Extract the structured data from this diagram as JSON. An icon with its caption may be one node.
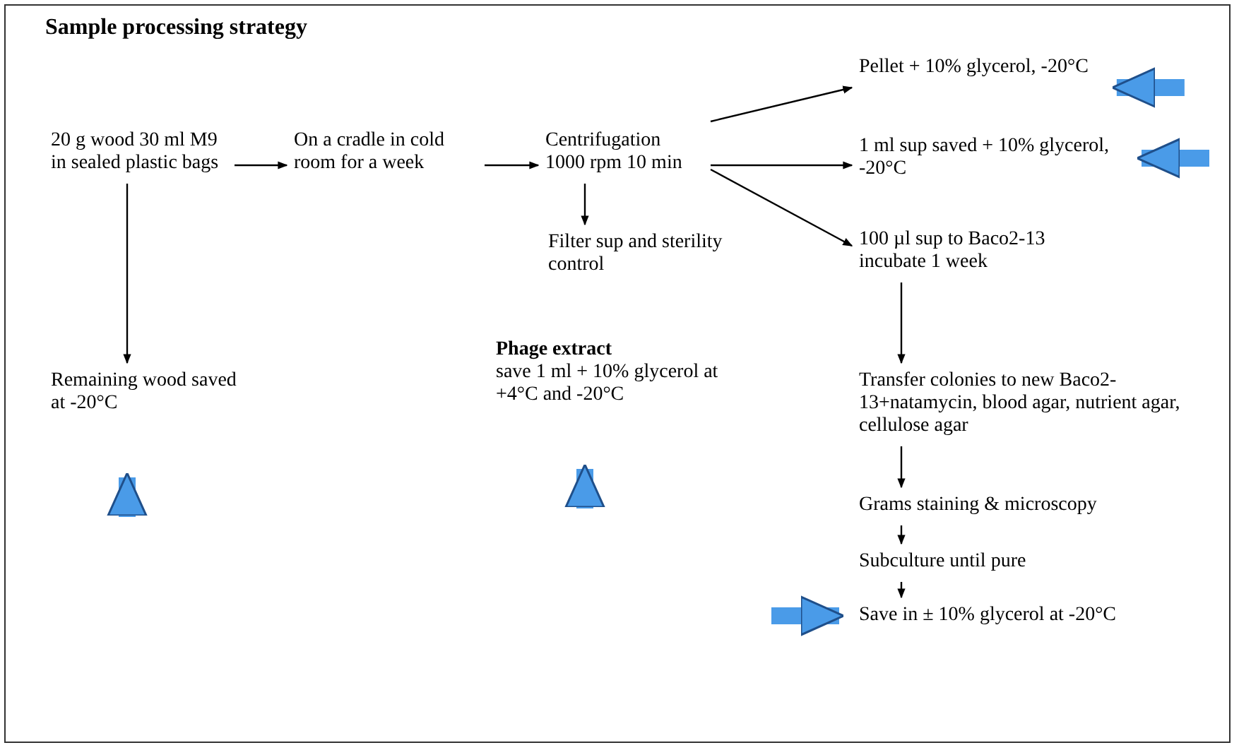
{
  "diagram": {
    "title": "Sample processing strategy",
    "nodes": [
      {
        "text": [
          "20 g wood 30 ml M9 in sealed plastic bags"
        ]
      },
      {
        "text": [
          "On a cradle in cold room for a week"
        ]
      },
      {
        "text": [
          "Centrifugation 1000 rpm 10 min"
        ]
      },
      {
        "text": [
          "Filter sup and sterility control"
        ]
      },
      {
        "text": [
          "Remaining wood saved at -20°C"
        ]
      },
      {
        "text": [
          "Phage extract",
          "save 1 ml + 10% glycerol at +4°C and -20°C"
        ]
      },
      {
        "text": [
          "Pellet + 10% glycerol, -20°C"
        ]
      },
      {
        "text": [
          "1 ml sup saved + 10% glycerol, -20°C"
        ]
      },
      {
        "text": [
          "100 µl sup to Baco2-13 incubate 1 week"
        ]
      },
      {
        "text": [
          "Transfer colonies to new Baco2-13+natamycin, blood agar, nutrient agar, cellulose agar"
        ]
      },
      {
        "text": [
          "Grams staining & microscopy"
        ]
      },
      {
        "text": [
          "Subculture until pure"
        ]
      },
      {
        "text": [
          "Save in ± 10% glycerol at -20°C"
        ]
      }
    ],
    "edges": [
      {
        "from": 0,
        "to": 1,
        "arrow": "to"
      },
      {
        "from": 1,
        "to": 2,
        "arrow": "to"
      },
      {
        "from": 2,
        "to": 3,
        "arrow": "to"
      },
      {
        "from": 0,
        "to": 4,
        "arrow": "to"
      },
      {
        "from": 2,
        "to": 6,
        "arrow": "to"
      },
      {
        "from": 2,
        "to": 7,
        "arrow": "to"
      },
      {
        "from": 2,
        "to": 8,
        "arrow": "to"
      },
      {
        "from": 8,
        "to": 9,
        "arrow": "to"
      },
      {
        "from": 9,
        "to": 10,
        "arrow": "to"
      },
      {
        "from": 10,
        "to": 11,
        "arrow": "to"
      },
      {
        "from": 11,
        "to": 12,
        "arrow": "to"
      },
      {
        "from": null,
        "to": 6,
        "arrow": "to",
        "style": "thick",
        "color": "#4a9be8"
      },
      {
        "from": null,
        "to": 7,
        "arrow": "to",
        "style": "thick",
        "color": "#4a9be8"
      },
      {
        "from": null,
        "to": 4,
        "arrow": "to",
        "style": "thick",
        "color": "#4a9be8"
      },
      {
        "from": null,
        "to": 5,
        "arrow": "to",
        "style": "thick",
        "color": "#4a9be8"
      },
      {
        "from": null,
        "to": 12,
        "arrow": "to",
        "style": "thick",
        "color": "#4a9be8"
      }
    ]
  }
}
